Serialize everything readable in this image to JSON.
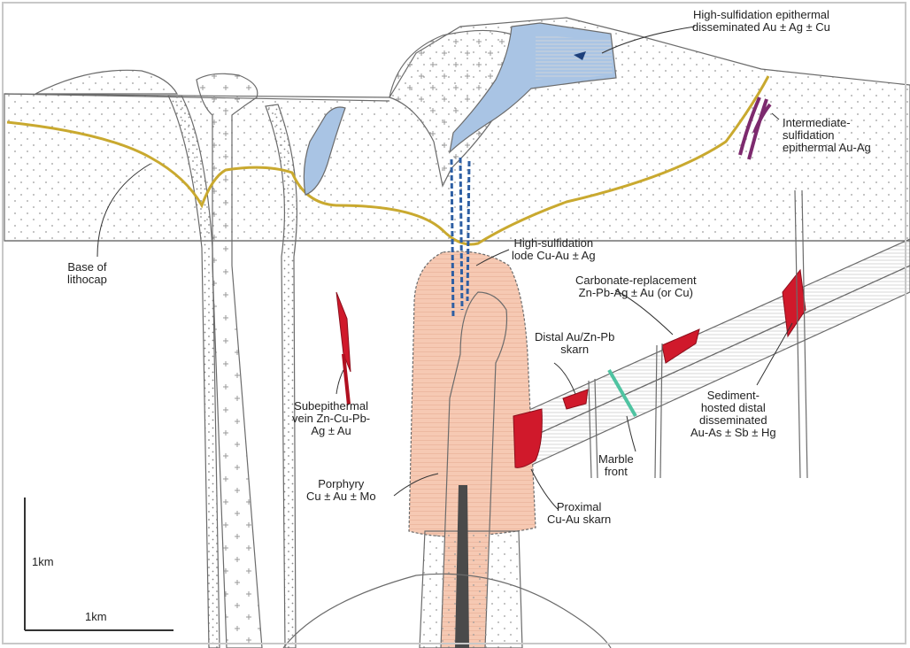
{
  "labels": {
    "hs_dissem": "High-sulfidation epithermal\ndisseminated Au ± Ag ± Cu",
    "is_epi": "Intermediate-\nsulfidation\nepithermal Au-Ag",
    "base_lithocap": "Base of\nlithocap",
    "hs_lode": "High-sulfidation\nlode Cu-Au ± Ag",
    "carb_repl": "Carbonate-replacement\nZn-Pb-Ag ± Au (or Cu)",
    "distal_skarn": "Distal Au/Zn-Pb\nskarn",
    "subepi_vein": "Subepithermal\nvein Zn-Cu-Pb-\nAg ± Au",
    "sed_hosted": "Sediment-\nhosted distal\ndisseminated\nAu-As ± Sb ± Hg",
    "porphyry": "Porphyry\nCu ± Au ± Mo",
    "marble_front": "Marble\nfront",
    "proximal_skarn": "Proximal\nCu-Au skarn",
    "scale_v": "1km",
    "scale_h": "1km"
  },
  "colors": {
    "lithocap_blue": "#a9c4e4",
    "porphyry_pink": "#f6c9b3",
    "skarn_red": "#d0192b",
    "vein_purple": "#7d2a6e",
    "lithocap_base_line": "#c9a92f",
    "marble_green": "#4fc3a1",
    "dike_dark": "#4a4a4a"
  }
}
